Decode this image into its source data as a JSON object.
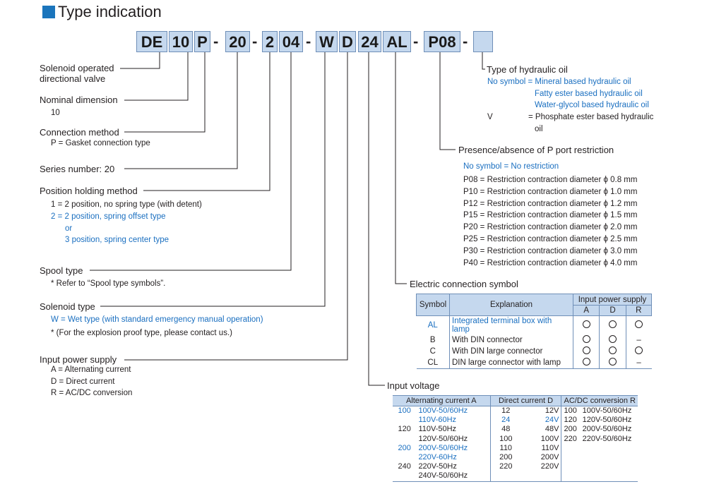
{
  "title": "Type indication",
  "code": {
    "boxes": [
      "DE",
      "10",
      "P",
      "20",
      "2",
      "04",
      "W",
      "D",
      "24",
      "AL",
      "P08",
      ""
    ],
    "dash": "-"
  },
  "left": {
    "solenoid_op": [
      "Solenoid operated",
      "directional valve"
    ],
    "nominal": {
      "label": "Nominal dimension",
      "value": "10"
    },
    "connection": {
      "label": "Connection method",
      "desc": "P = Gasket connection type"
    },
    "series": "Series number: 20",
    "position": {
      "label": "Position holding method",
      "l1": "1 = 2 position, no spring type (with detent)",
      "l2": "2 = 2 position, spring offset type",
      "l3": "or",
      "l4": "3 position, spring center type"
    },
    "spool": {
      "label": "Spool type",
      "desc": "* Refer to “Spool type symbols”."
    },
    "solenoid_type": {
      "label": "Solenoid type",
      "l1": "W = Wet type (with standard emergency manual operation)",
      "l2": "* (For the explosion proof type, please contact us.)"
    },
    "power": {
      "label": "Input power supply",
      "l1": "A = Alternating current",
      "l2": "D = Direct current",
      "l3": "R = AC/DC conversion"
    }
  },
  "oil": {
    "label": "Type of hydraulic oil",
    "no_symbol": "No symbol = Mineral based hydraulic oil",
    "fatty": "Fatty ester based hydraulic oil",
    "water": "Water-glycol based hydraulic oil",
    "v_sym": "V",
    "v_desc1": "= Phosphate ester based hydraulic",
    "v_desc2": "oil"
  },
  "port": {
    "label": "Presence/absence of P port restriction",
    "no_symbol": "No symbol = No restriction",
    "rows": [
      "P08 = Restriction contraction diameter ϕ 0.8 mm",
      "P10 = Restriction contraction diameter ϕ 1.0 mm",
      "P12 = Restriction contraction diameter ϕ 1.2 mm",
      "P15 = Restriction contraction diameter ϕ 1.5 mm",
      "P20 = Restriction contraction diameter ϕ 2.0 mm",
      "P25 = Restriction contraction diameter ϕ 2.5 mm",
      "P30 = Restriction contraction diameter ϕ 3.0 mm",
      "P40 = Restriction contraction diameter ϕ 4.0 mm"
    ]
  },
  "electric": {
    "label": "Electric connection symbol",
    "headers": {
      "symbol": "Symbol",
      "explanation": "Explanation",
      "ips": "Input power supply",
      "a": "A",
      "d": "D",
      "r": "R"
    },
    "rows": [
      {
        "sym": "AL",
        "exp": "Integrated terminal box with lamp",
        "a": "o",
        "d": "o",
        "r": "o"
      },
      {
        "sym": "B",
        "exp": "With DIN connector",
        "a": "o",
        "d": "o",
        "r": "–"
      },
      {
        "sym": "C",
        "exp": "With DIN large connector",
        "a": "o",
        "d": "o",
        "r": "o"
      },
      {
        "sym": "CL",
        "exp": "DIN large connector with lamp",
        "a": "o",
        "d": "o",
        "r": "–"
      }
    ]
  },
  "voltage": {
    "label": "Input voltage",
    "headers": {
      "ac": "Alternating current A",
      "dc": "Direct current D",
      "acdc": "AC/DC conversion R"
    },
    "ac_code": [
      "100",
      "",
      "120",
      "",
      "200",
      "",
      "240",
      ""
    ],
    "ac_val": [
      "100V-50/60Hz",
      "110V-60Hz",
      "110V-50Hz",
      "120V-50/60Hz",
      "200V-50/60Hz",
      "220V-60Hz",
      "220V-50Hz",
      "240V-50/60Hz"
    ],
    "dc_code": [
      "12",
      "24",
      "48",
      "100",
      "110",
      "200",
      "220",
      ""
    ],
    "dc_val": [
      "12V",
      "24V",
      "48V",
      "100V",
      "110V",
      "200V",
      "220V",
      ""
    ],
    "r_code": [
      "100",
      "120",
      "200",
      "220",
      "",
      "",
      "",
      ""
    ],
    "r_val": [
      "100V-50/60Hz",
      "120V-50/60Hz",
      "200V-50/60Hz",
      "220V-50/60Hz",
      "",
      "",
      "",
      ""
    ]
  }
}
